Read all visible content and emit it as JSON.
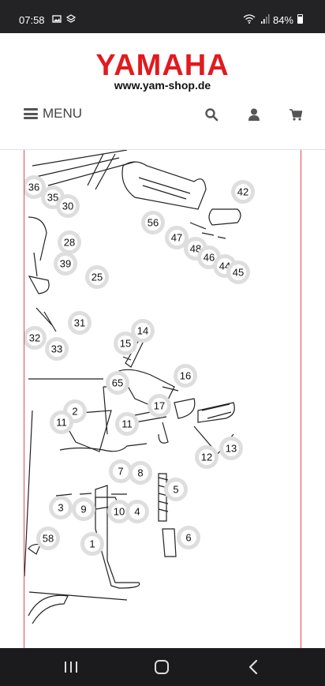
{
  "status_bar": {
    "time": "07:58",
    "battery": "84%"
  },
  "header": {
    "brand": "YAMAHA",
    "site": "www.yam-shop.de",
    "menu_label": "MENU"
  },
  "diagram": {
    "callouts": [
      "36",
      "35",
      "30",
      "28",
      "39",
      "25",
      "31",
      "32",
      "33",
      "14",
      "15",
      "16",
      "65",
      "2",
      "11",
      "11",
      "17",
      "12",
      "13",
      "7",
      "8",
      "5",
      "3",
      "9",
      "10",
      "4",
      "58",
      "1",
      "6",
      "56",
      "42",
      "47",
      "48",
      "46",
      "44",
      "45"
    ]
  },
  "colors": {
    "brand_red": "#e11a1f",
    "frame_border": "#e5484d",
    "status_bar_bg": "#232325",
    "nav_bar_bg": "#1b1b1d"
  }
}
